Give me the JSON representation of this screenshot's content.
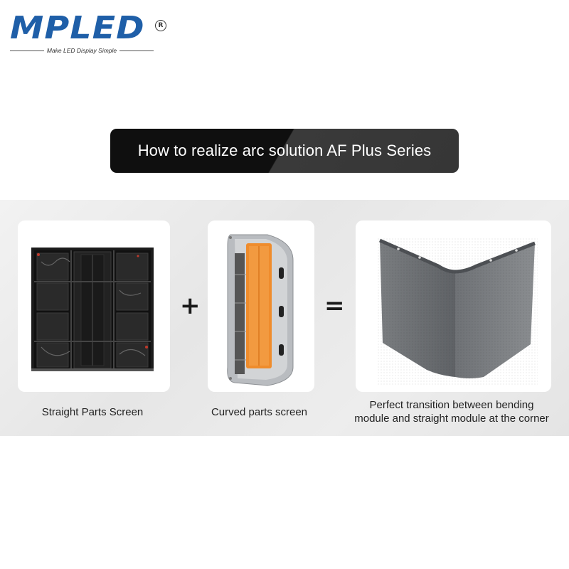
{
  "logo": {
    "brand": "MPLED",
    "registered": "R",
    "tagline": "Make LED Display Simple"
  },
  "banner": {
    "title": "How to realize arc solution AF Plus Series"
  },
  "diagram": {
    "operator_plus": "+",
    "operator_equals": "=",
    "items": [
      {
        "caption": "Straight Parts Screen",
        "image": "straight-led-cabinet-back"
      },
      {
        "caption": "Curved parts screen",
        "image": "curved-led-module"
      },
      {
        "caption": "Perfect transition between bending module and straight module at the corner",
        "image": "corner-led-screen"
      }
    ]
  },
  "colors": {
    "brand_blue": "#1f5fa8",
    "banner_dark": "#0f0f0f",
    "module_orange": "#ef8c2c"
  }
}
